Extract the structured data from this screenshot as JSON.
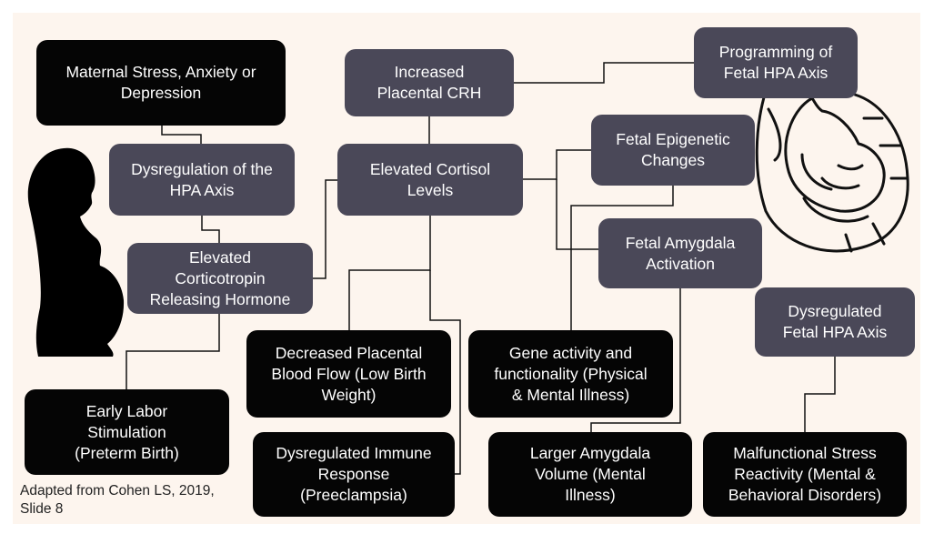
{
  "colors": {
    "background": "#fdf5ee",
    "dark_box": "#050505",
    "slate_box": "#4a4858",
    "text": "#ffffff",
    "line": "#111111"
  },
  "icons": [
    "pregnant-woman-silhouette-icon",
    "fetus-in-womb-icon"
  ],
  "nodes": {
    "maternal_stress": "Maternal Stress, Anxiety or\nDepression",
    "dysregulation_hpa": "Dysregulation of the\nHPA Axis",
    "elevated_crh": "Elevated\nCorticotropin\nReleasing Hormone",
    "early_labor": "Early Labor\nStimulation\n(Preterm Birth)",
    "increased_placental_crh": "Increased\nPlacental CRH",
    "elevated_cortisol": "Elevated Cortisol\nLevels",
    "decreased_blood_flow": "Decreased Placental\nBlood Flow (Low Birth\nWeight)",
    "dysregulated_immune": "Dysregulated Immune\nResponse\n(Preeclampsia)",
    "programming_fetal_hpa": "Programming of\nFetal HPA Axis",
    "fetal_epigenetic": "Fetal Epigenetic\nChanges",
    "fetal_amygdala": "Fetal Amygdala\nActivation",
    "gene_activity": "Gene activity and\nfunctionality (Physical\n& Mental Illness)",
    "larger_amygdala": "Larger Amygdala\nVolume (Mental\nIllness)",
    "dysregulated_fetal_hpa": "Dysregulated\nFetal HPA Axis",
    "malfunctional_stress": "Malfunctional Stress\nReactivity (Mental &\nBehavioral Disorders)"
  },
  "credit": "Adapted from Cohen LS, 2019,\nSlide 8"
}
